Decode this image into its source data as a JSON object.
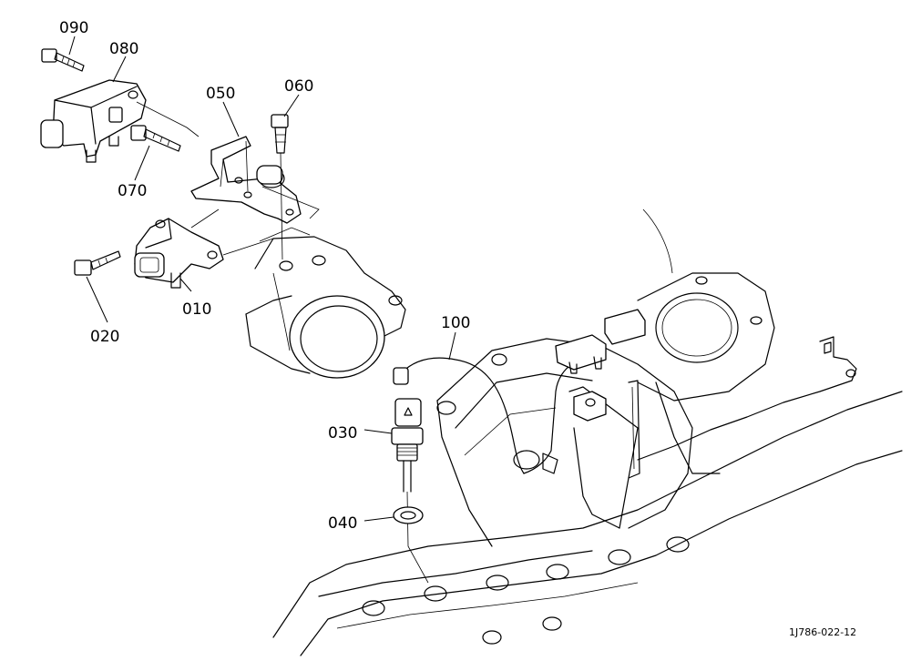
{
  "diagram": {
    "part_labels": {
      "p010": "010",
      "p020": "020",
      "p030": "030",
      "p040": "040",
      "p050": "050",
      "p060": "060",
      "p070": "070",
      "p080": "080",
      "p090": "090",
      "p100": "100"
    },
    "reference_code": "1J786-022-12"
  }
}
